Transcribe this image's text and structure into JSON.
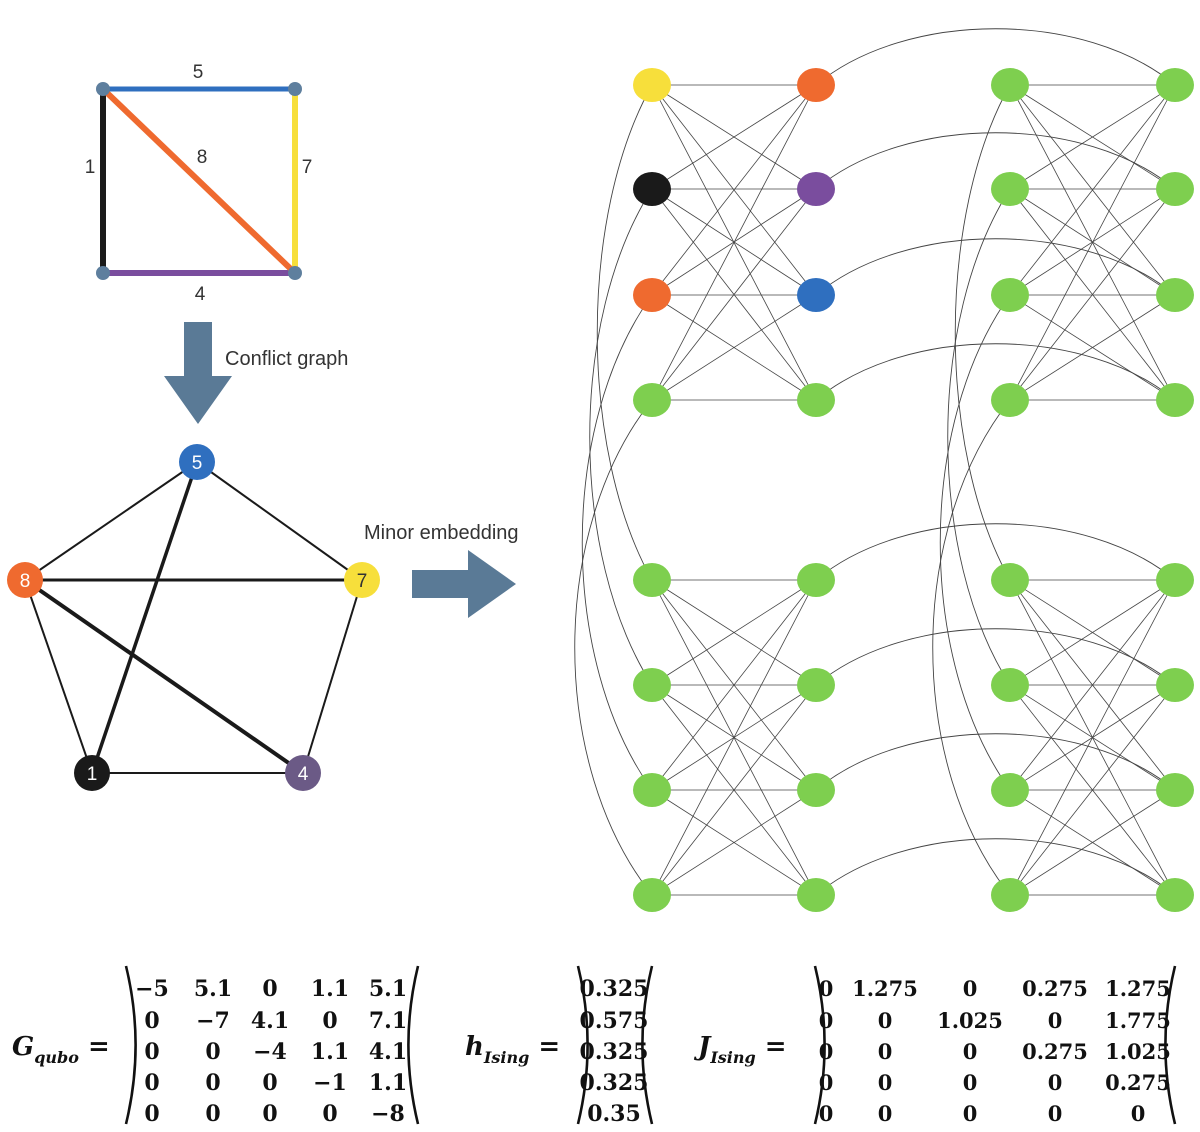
{
  "colors": {
    "blue": "#2f6fbf",
    "orange": "#ef6a2f",
    "yellow": "#f7df3b",
    "purple": "#7a4d9e",
    "purple_node": "#6b5a86",
    "black": "#1a1a1a",
    "green": "#7ecf4f",
    "gray_node": "#5e7f9e",
    "arrow": "#5a7a96"
  },
  "route_graph": {
    "edge_labels": [
      "5",
      "8",
      "1",
      "7",
      "4"
    ]
  },
  "arrow_labels": {
    "conflict": "Conflict graph",
    "embedding": "Minor embedding"
  },
  "conflict_graph": {
    "nodes": [
      {
        "label": "5",
        "color": "#2f6fbf"
      },
      {
        "label": "8",
        "color": "#ef6a2f"
      },
      {
        "label": "7",
        "color": "#f7df3b"
      },
      {
        "label": "1",
        "color": "#1a1a1a"
      },
      {
        "label": "4",
        "color": "#6b5a86"
      }
    ]
  },
  "chimera": {
    "colored_nodes": [
      {
        "cell": 0,
        "side": "left",
        "index": 0,
        "color": "#f7df3b"
      },
      {
        "cell": 0,
        "side": "left",
        "index": 1,
        "color": "#1a1a1a"
      },
      {
        "cell": 0,
        "side": "left",
        "index": 2,
        "color": "#ef6a2f"
      },
      {
        "cell": 0,
        "side": "right",
        "index": 0,
        "color": "#ef6a2f"
      },
      {
        "cell": 0,
        "side": "right",
        "index": 1,
        "color": "#7a4d9e"
      },
      {
        "cell": 0,
        "side": "right",
        "index": 2,
        "color": "#2f6fbf"
      }
    ]
  },
  "matrices": {
    "g_qubo": {
      "name": "G",
      "sub": "qubo",
      "rows": [
        [
          "−5",
          "5.1",
          "0",
          "1.1",
          "5.1"
        ],
        [
          "0",
          "−7",
          "4.1",
          "0",
          "7.1"
        ],
        [
          "0",
          "0",
          "−4",
          "1.1",
          "4.1"
        ],
        [
          "0",
          "0",
          "0",
          "−1",
          "1.1"
        ],
        [
          "0",
          "0",
          "0",
          "0",
          "−8"
        ]
      ]
    },
    "h_ising": {
      "name": "h",
      "sub": "Ising",
      "rows": [
        [
          "0.325"
        ],
        [
          "0.575"
        ],
        [
          "0.325"
        ],
        [
          "0.325"
        ],
        [
          "0.35"
        ]
      ]
    },
    "j_ising": {
      "name": "J",
      "sub": "Ising",
      "rows": [
        [
          "0",
          "1.275",
          "0",
          "0.275",
          "1.275"
        ],
        [
          "0",
          "0",
          "1.025",
          "0",
          "1.775"
        ],
        [
          "0",
          "0",
          "0",
          "0.275",
          "1.025"
        ],
        [
          "0",
          "0",
          "0",
          "0",
          "0.275"
        ],
        [
          "0",
          "0",
          "0",
          "0",
          "0"
        ]
      ]
    }
  }
}
